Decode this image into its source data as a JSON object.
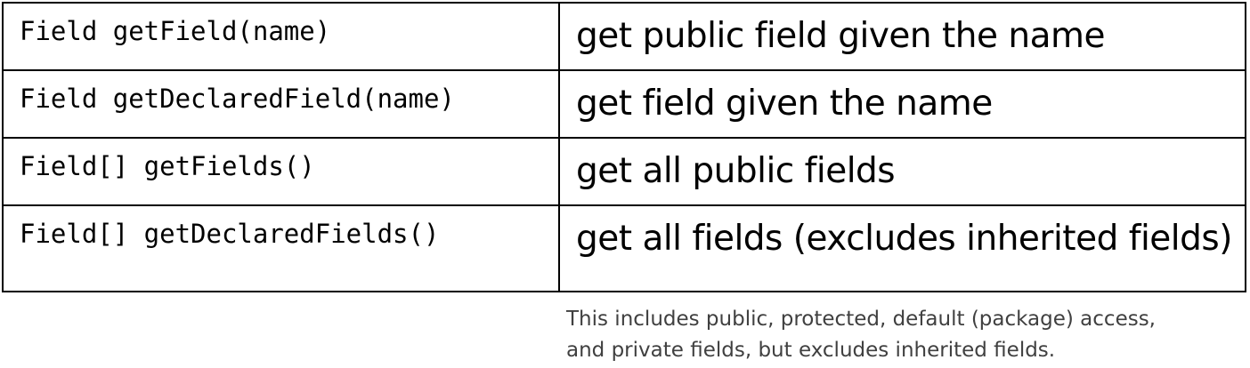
{
  "rows": [
    {
      "method": "Field getField(name)",
      "description": "get public field given the name"
    },
    {
      "method": "Field getDeclaredField(name)",
      "description": "get field given the name"
    },
    {
      "method": "Field[] getFields()",
      "description": "get all public fields"
    },
    {
      "method": "Field[] getDeclaredFields()",
      "description": "get all fields (excludes inherited fields)"
    }
  ],
  "footnote": {
    "line1": "This includes public, protected, default (package) access,",
    "line2": "and private fields, but excludes inherited fields."
  }
}
